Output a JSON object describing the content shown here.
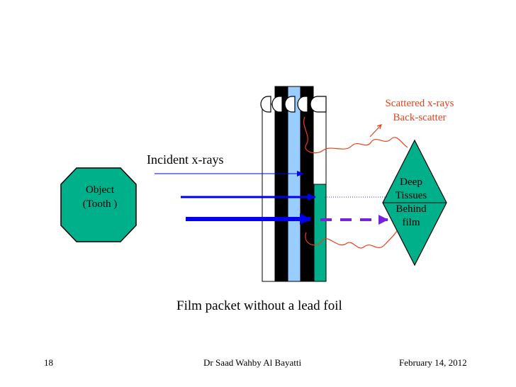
{
  "labels": {
    "incident": "Incident x-rays",
    "object": [
      "Object",
      "(Tooth )"
    ],
    "scattered": [
      "Scattered x-rays",
      "Back-scatter"
    ],
    "deep": [
      "Deep",
      "Tissues",
      "Behind",
      "film"
    ]
  },
  "caption": "Film packet without a lead foil",
  "footer": {
    "slide_number": "18",
    "author": "Dr Saad Wahby Al Bayatti",
    "date": "February 14, 2012"
  },
  "colors": {
    "object_fill": "#00b08a",
    "tissue_fill": "#00b08a",
    "film_blue": "#99ccff",
    "film_black": "#000000",
    "arrow_blue": "#0000ee",
    "arrow_purple": "#7722dd",
    "scatter_line": "#e8401c"
  }
}
